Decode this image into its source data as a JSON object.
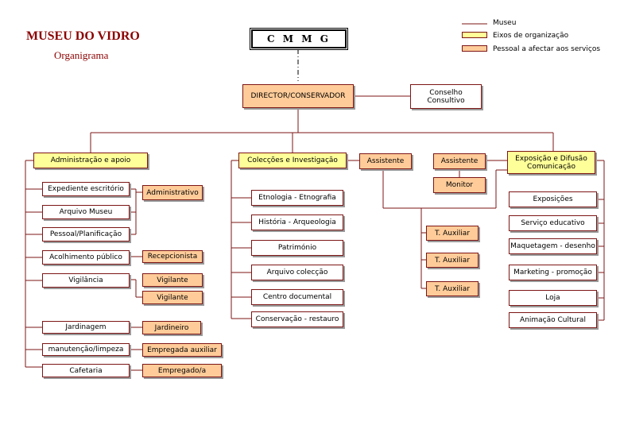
{
  "header": {
    "title": "MUSEU DO VIDRO",
    "subtitle": "Organigrama"
  },
  "legend": {
    "museu": "Museu",
    "eixos": "Eixos de organização",
    "pessoal": "Pessoal a afectar aos serviços",
    "colors": {
      "line": "#7d1515",
      "eixo": "#ffff99",
      "pessoal": "#ffcc99"
    }
  },
  "top": {
    "cmmg": "C M M G",
    "director": "DIRECTOR/CONSERVADOR",
    "conselho_line1": "Conselho",
    "conselho_line2": "Consultivo"
  },
  "admin": {
    "head": "Administração e apoio",
    "units": [
      "Expediente escritório",
      "Arquivo Museu",
      "Pessoal/Planificação",
      "Acolhimento público",
      "Vigilância",
      "Jardinagem",
      "manutenção/limpeza",
      "Cafetaria"
    ],
    "staff": [
      "Administrativo",
      "Recepcionista",
      "Vigilante",
      "Vigilante",
      "Jardineiro",
      "Empregada auxiliar",
      "Empregado/a"
    ]
  },
  "coleccoes": {
    "head": "Colecções e Investigação",
    "units": [
      "Etnologia - Etnografia",
      "História - Arqueologia",
      "Património",
      "Arquivo colecção",
      "Centro documental",
      "Conservação - restauro"
    ]
  },
  "assistants": {
    "left": "Assistente",
    "right": "Assistente",
    "monitor": "Monitor",
    "tecnicos": [
      "T. Auxiliar",
      "T. Auxiliar",
      "T. Auxiliar"
    ]
  },
  "exposicao": {
    "head_line1": "Exposição e Difusão",
    "head_line2": "Comunicação",
    "units": [
      "Exposições",
      "Serviço educativo",
      "Maquetagem - desenho",
      "Marketing - promoção",
      "Loja",
      "Animação Cultural"
    ]
  }
}
